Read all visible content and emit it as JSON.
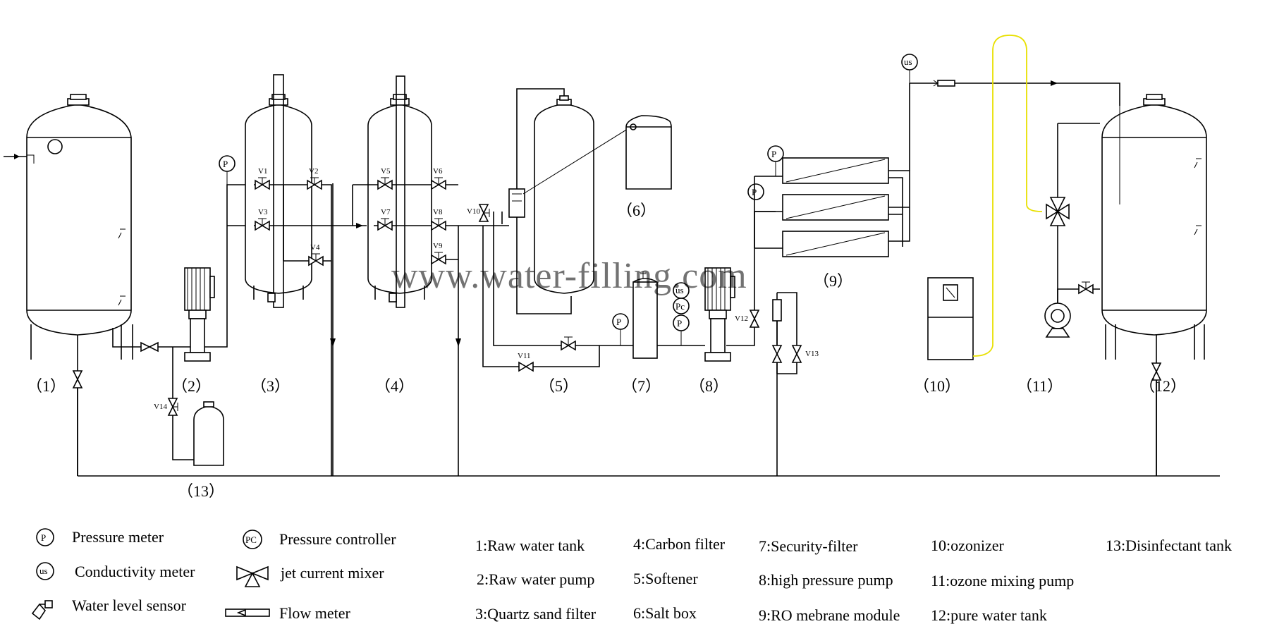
{
  "watermark": "www.water-filling.com",
  "equipment_numbers": [
    "（1）",
    "（2）",
    "（3）",
    "（4）",
    "（5）",
    "（6）",
    "（7）",
    "（8）",
    "（9）",
    "（10）",
    "（11）",
    "（12）",
    "（13）"
  ],
  "valves": [
    "V1",
    "V2",
    "V3",
    "V4",
    "V5",
    "V6",
    "V7",
    "V8",
    "V9",
    "V10",
    "V11",
    "V12",
    "V13",
    "V14"
  ],
  "instrument_symbols": {
    "pressure": "P",
    "conductivity": "us",
    "controller": "Pc"
  },
  "legend": {
    "pressure_meter": "Pressure meter",
    "conductivity_meter": "Conductivity meter",
    "water_level_sensor": "Water level sensor",
    "pressure_controller": "Pressure controller",
    "jet_current_mixer": "jet current mixer",
    "flow_meter": "Flow meter",
    "sym_p": "P",
    "sym_us": "us",
    "sym_pc": "PC"
  },
  "key": [
    "1:Raw water tank",
    "2:Raw water pump",
    "3:Quartz sand filter",
    "4:Carbon filter",
    "5:Softener",
    "6:Salt box",
    "7:Security-filter",
    "8:high pressure pump",
    "9:RO mebrane module",
    "10:ozonizer",
    "11:ozone mixing pump",
    "12:pure water tank",
    "13:Disinfectant tank"
  ],
  "colors": {
    "line": "#000000",
    "ozone_line": "#e8e000",
    "watermark": "#555555"
  }
}
